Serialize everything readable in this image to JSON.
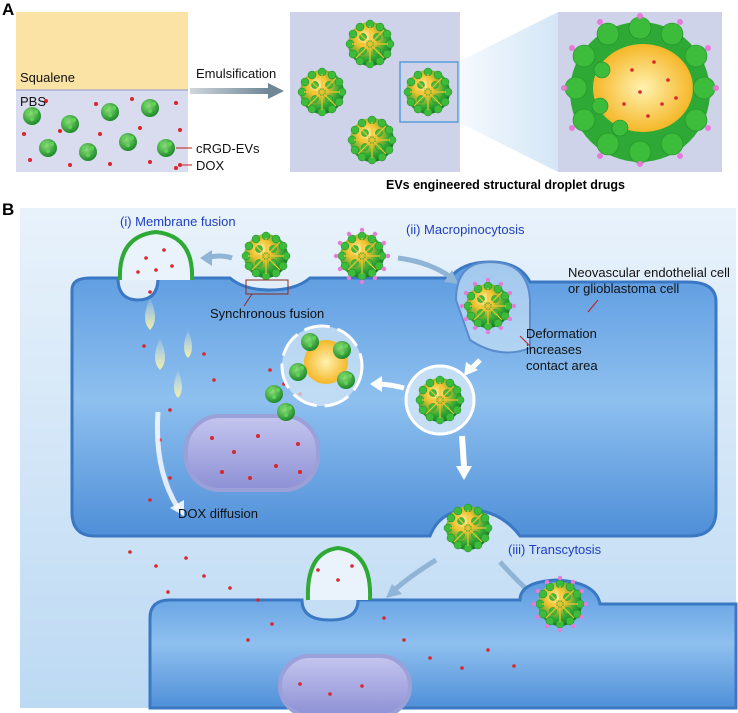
{
  "panel_a": {
    "letter": "A",
    "squalene": "Squalene",
    "pbs": "PBS",
    "crgd_evs": "cRGD-EVs",
    "dox": "DOX",
    "emulsification": "Emulsification",
    "caption": "EVs engineered structural droplet drugs"
  },
  "panel_b": {
    "letter": "B",
    "membrane_fusion": "(i) Membrane fusion",
    "macropinocytosis": "(ii) Macropinocytosis",
    "transcytosis": "(iii) Transcytosis",
    "synchronous_fusion": "Synchronous fusion",
    "cell_type_line1": "Neovascular endothelial cell",
    "cell_type_line2": "or glioblastoma cell",
    "deformation_line1": "Deformation",
    "deformation_line2": "increases",
    "deformation_line3": "contact area",
    "dox_diffusion": "DOX diffusion"
  },
  "colors": {
    "squalene": "#fbe3a6",
    "pbs": "#d9dbee",
    "ev_green": "#3dbb3a",
    "ev_yellow": "#f2c230",
    "ev_pink": "#e77bd8",
    "dox_red": "#d8262b",
    "cell_blue": "#7fb0e6",
    "label_blue": "#1f3fbf"
  }
}
